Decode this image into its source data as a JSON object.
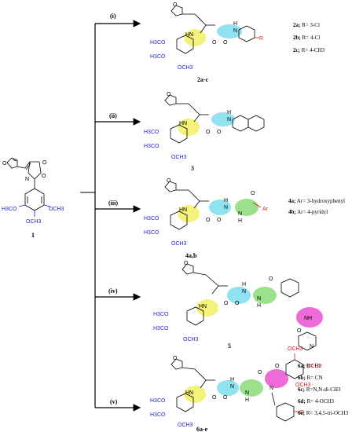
{
  "start": {
    "number": "1",
    "labels": [
      "O",
      "O",
      "N",
      "O",
      "O",
      "H3CO",
      "OCH3",
      "OCH3"
    ]
  },
  "conditions": [
    "(i)",
    "(ii)",
    "(iii)",
    "(iv)",
    "(v)"
  ],
  "products": [
    {
      "number": "2a-c",
      "atoms": [
        "O",
        "HN",
        "O",
        "O",
        "N",
        "H",
        "R",
        "H3CO",
        "H3CO",
        "OCH3"
      ],
      "substituents": [
        {
          "id": "2a;",
          "text": " R= 3-Cl"
        },
        {
          "id": "2b;",
          "text": " R= 4-Cl"
        },
        {
          "id": "2c;",
          "text": " R= 4-CH3"
        }
      ]
    },
    {
      "number": "3",
      "atoms": [
        "O",
        "HN",
        "O",
        "O",
        "N",
        "H",
        "H3CO",
        "H3CO",
        "OCH3"
      ],
      "substituents": []
    },
    {
      "number": "4a,b",
      "atoms": [
        "O",
        "HN",
        "O",
        "O",
        "N",
        "H",
        "N",
        "H",
        "O",
        "Ar",
        "H3CO",
        "H3CO",
        "OCH3"
      ],
      "substituents": [
        {
          "id": "4a;",
          "text": " Ar= 3-hydroxyphenyl"
        },
        {
          "id": "4b;",
          "text": " Ar= 4-pyridyl"
        }
      ]
    },
    {
      "number": "5",
      "atoms": [
        "O",
        "HN",
        "O",
        "O",
        "N",
        "H",
        "N",
        "H",
        "O",
        "NH",
        "O",
        "N",
        "H3CO",
        "H3CO",
        "OCH3"
      ],
      "substituents": []
    },
    {
      "number": "6a-e",
      "atoms": [
        "O",
        "HN",
        "O",
        "O",
        "N",
        "H",
        "N",
        "H",
        "N",
        "O",
        "O",
        "OCH3",
        "OCH3",
        "OCH3",
        "R",
        "H3CO",
        "H3CO",
        "OCH3"
      ],
      "substituents": [
        {
          "id": "6a;",
          "text": " R= Cl"
        },
        {
          "id": "6b;",
          "text": " R= CN"
        },
        {
          "id": "6c;",
          "text": " R=N,N-di-CH3"
        },
        {
          "id": "6d;",
          "text": " R= 4-OCH3"
        },
        {
          "id": "6e;",
          "text": " R= 3,4,5-tri-OCH3"
        }
      ]
    }
  ],
  "colors": {
    "methoxy": "#1f1fd1",
    "right_substituent": "#d11f1f",
    "highlight_yellow": "#f4f27a",
    "highlight_cyan": "#8fe3f0",
    "highlight_green": "#9be08a",
    "highlight_pink": "#ee6ad6"
  }
}
